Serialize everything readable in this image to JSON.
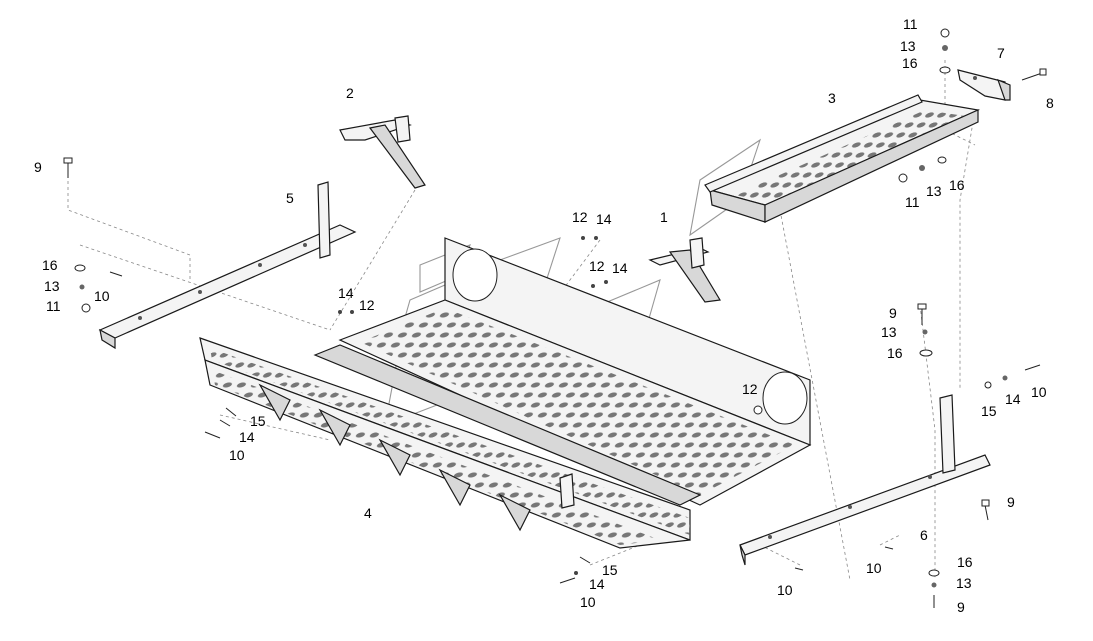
{
  "diagram": {
    "callouts": [
      {
        "id": "c1",
        "text": "1"
      },
      {
        "id": "c2",
        "text": "2"
      },
      {
        "id": "c3",
        "text": "3"
      },
      {
        "id": "c4",
        "text": "4"
      },
      {
        "id": "c5",
        "text": "5"
      },
      {
        "id": "c6",
        "text": "6"
      },
      {
        "id": "c7",
        "text": "7"
      },
      {
        "id": "c8",
        "text": "8"
      },
      {
        "id": "c9a",
        "text": "9"
      },
      {
        "id": "c9b",
        "text": "9"
      },
      {
        "id": "c9c",
        "text": "9"
      },
      {
        "id": "c9d",
        "text": "9"
      },
      {
        "id": "c10a",
        "text": "10"
      },
      {
        "id": "c10b",
        "text": "10"
      },
      {
        "id": "c10c",
        "text": "10"
      },
      {
        "id": "c10d",
        "text": "10"
      },
      {
        "id": "c10e",
        "text": "10"
      },
      {
        "id": "c10f",
        "text": "10"
      },
      {
        "id": "c11a",
        "text": "11"
      },
      {
        "id": "c11b",
        "text": "11"
      },
      {
        "id": "c11c",
        "text": "11"
      },
      {
        "id": "c12a",
        "text": "12"
      },
      {
        "id": "c12b",
        "text": "12"
      },
      {
        "id": "c12c",
        "text": "12"
      },
      {
        "id": "c12d",
        "text": "12"
      },
      {
        "id": "c13a",
        "text": "13"
      },
      {
        "id": "c13b",
        "text": "13"
      },
      {
        "id": "c13c",
        "text": "13"
      },
      {
        "id": "c13d",
        "text": "13"
      },
      {
        "id": "c13e",
        "text": "13"
      },
      {
        "id": "c14a",
        "text": "14"
      },
      {
        "id": "c14b",
        "text": "14"
      },
      {
        "id": "c14c",
        "text": "14"
      },
      {
        "id": "c14d",
        "text": "14"
      },
      {
        "id": "c14e",
        "text": "14"
      },
      {
        "id": "c14f",
        "text": "14"
      },
      {
        "id": "c15a",
        "text": "15"
      },
      {
        "id": "c15b",
        "text": "15"
      },
      {
        "id": "c15c",
        "text": "15"
      },
      {
        "id": "c16a",
        "text": "16"
      },
      {
        "id": "c16b",
        "text": "16"
      },
      {
        "id": "c16c",
        "text": "16"
      },
      {
        "id": "c16d",
        "text": "16"
      },
      {
        "id": "c16e",
        "text": "16"
      }
    ]
  }
}
